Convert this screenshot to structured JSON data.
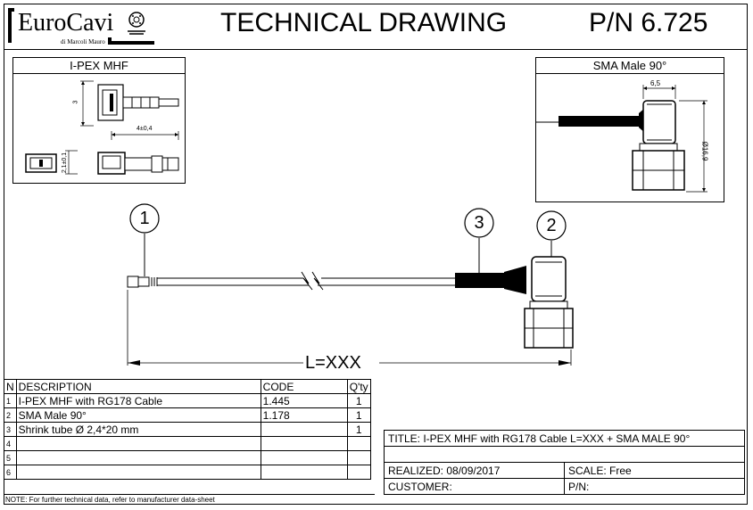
{
  "header": {
    "brand": "EuroCavi",
    "brand_sub": "di Marcoli Mauro",
    "title": "TECHNICAL DRAWING",
    "part_number": "P/N 6.725"
  },
  "detail_left": {
    "title": "I-PEX MHF",
    "dims": {
      "height": "3",
      "length": "4±0,4",
      "side": "2,1±0,1"
    }
  },
  "detail_right": {
    "title": "SMA Male 90°",
    "dims": {
      "width": "6,5",
      "diameter": "Ø16,9"
    }
  },
  "callouts": [
    "1",
    "2",
    "3"
  ],
  "length_label": "L=XXX",
  "bom": {
    "headers": {
      "n": "N",
      "description": "DESCRIPTION",
      "code": "CODE",
      "qty": "Q'ty"
    },
    "rows": [
      {
        "n": "1",
        "description": "I-PEX MHF with RG178 Cable",
        "code": "1.445",
        "qty": "1"
      },
      {
        "n": "2",
        "description": "SMA Male 90°",
        "code": "1.178",
        "qty": "1"
      },
      {
        "n": "3",
        "description": "Shrink tube Ø 2,4*20 mm",
        "code": "",
        "qty": "1"
      },
      {
        "n": "4",
        "description": "",
        "code": "",
        "qty": ""
      },
      {
        "n": "5",
        "description": "",
        "code": "",
        "qty": ""
      },
      {
        "n": "6",
        "description": "",
        "code": "",
        "qty": ""
      }
    ]
  },
  "note": "NOTE: For further technical data, refer to manufacturer data-sheet",
  "title_block": {
    "title": "TITLE: I-PEX MHF with RG178 Cable L=XXX + SMA MALE 90°",
    "realized": "REALIZED: 08/09/2017",
    "scale": "SCALE: Free",
    "customer": "CUSTOMER:",
    "pn": "P/N:"
  }
}
